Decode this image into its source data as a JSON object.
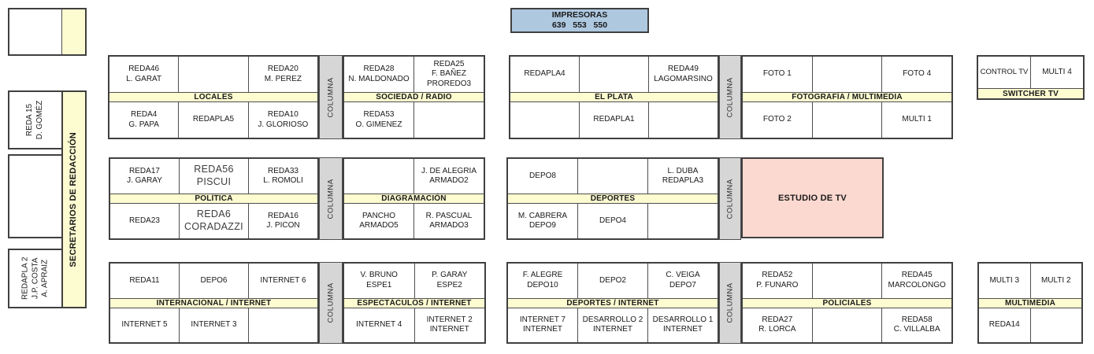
{
  "colors": {
    "band_yellow": "#fdfbd0",
    "columna_gray": "#d6d6d6",
    "printers_blue": "#aec8e0",
    "estudio_pink": "#fcd9d0",
    "border_dark": "#404040"
  },
  "printers": {
    "title": "IMPRESORAS",
    "numbers": "639   553   550"
  },
  "columna_label": "COLUMNA",
  "estudio_label": "ESTUDIO DE TV",
  "left": {
    "secretarios": "SECRETARIOS DE REDACCIÓN",
    "reda15": "REDA 15\nD. GOMÉZ",
    "redapla2": "REDAPLA 2\nJ.P. COSTA\nA. APRAIZ"
  },
  "groups": {
    "locales": {
      "label": "LOCALES",
      "top": [
        "REDA46\nL. GARAT",
        "",
        "REDA20\nM. PEREZ"
      ],
      "bottom": [
        "REDA4\nG. PAPA",
        "REDAPLA5",
        "REDA10\nJ. GLORIOSO"
      ]
    },
    "sociedad": {
      "label": "SOCIEDAD / RADIO",
      "top": [
        "REDA28\nN. MALDONADO",
        "REDA25\nF. BAÑEZ\nPROREDO3"
      ],
      "bottom": [
        "REDA53\nO. GIMENEZ",
        ""
      ]
    },
    "elplata": {
      "label": "EL PLATA",
      "top": [
        "REDAPLA4",
        "",
        "REDA49\nLAGOMARSINO"
      ],
      "bottom": [
        "",
        "REDAPLA1",
        ""
      ]
    },
    "fotografia": {
      "label": "FOTOGRAFÍA / MULTIMEDIA",
      "top": [
        "FOTO 1",
        "",
        "FOTO 4"
      ],
      "bottom": [
        "FOTO 2",
        "",
        "MULTI 1"
      ]
    },
    "switcher": {
      "label": "SWITCHER TV",
      "top": [
        "CONTROL TV",
        "MULTI 4"
      ]
    },
    "politica": {
      "label": "POLÍTICA",
      "top": [
        "REDA17\nJ. GARAY",
        "REDA56\nPISCUI",
        "REDA33\nL. ROMOLI"
      ],
      "bottom": [
        "REDA23",
        "REDA6\nCORADAZZI",
        "REDA16\nJ. PICON"
      ]
    },
    "diagramacion": {
      "label": "DIAGRAMACIÓN",
      "top": [
        "",
        "J. DE ALEGRIA\nARMADO2"
      ],
      "bottom": [
        "PANCHO\nARMADO5",
        "R. PASCUAL\nARMADO3"
      ]
    },
    "deportes": {
      "label": "DEPORTES",
      "top": [
        "DEPO8",
        "",
        "L. DUBA\nREDAPLA3"
      ],
      "bottom": [
        "M. CABRERA\nDEPO9",
        "DEPO4",
        ""
      ]
    },
    "internacional": {
      "label": "INTERNACIONAL / INTERNET",
      "top": [
        "REDA11",
        "DEPO6",
        "INTERNET 6"
      ],
      "bottom": [
        "INTERNET 5",
        "INTERNET 3",
        ""
      ]
    },
    "espectaculos": {
      "label": "ESPECTÁCULOS / INTERNET",
      "top": [
        "V. BRUNO\nESPE1",
        "P. GARAY\nESPE2"
      ],
      "bottom": [
        "INTERNET 4",
        "INTERNET 2\nINTERNET"
      ]
    },
    "deportes_internet": {
      "label": "DEPORTES / INTERNET",
      "top": [
        "F. ALEGRE\nDEPO10",
        "DEPO2",
        "C. VEIGA\nDEPO7"
      ],
      "bottom": [
        "INTERNET 7\nINTERNET",
        "DESARROLLO 2\nINTERNET",
        "DESARROLLO 1\nINTERNET"
      ]
    },
    "policiales": {
      "label": "POLICIALES",
      "top": [
        "REDA52\nP. FUNARO",
        "",
        "REDA45\nMARCOLONGO"
      ],
      "bottom": [
        "REDA27\nR. LORCA",
        "",
        "REDA58\nC. VILLALBA"
      ]
    },
    "multimedia": {
      "label": "MULTIMEDIA",
      "top": [
        "MULTI 3",
        "MULTI 2"
      ],
      "bottom": [
        "REDA14",
        ""
      ]
    }
  }
}
